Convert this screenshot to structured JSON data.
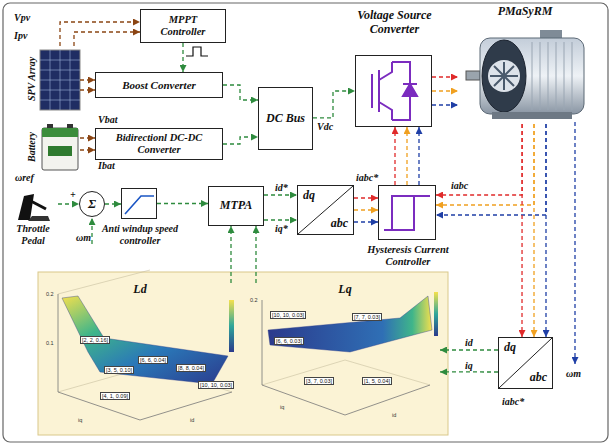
{
  "diagram": {
    "nodes": [
      {
        "text": [
          "MPPT Controller"
        ]
      },
      {
        "text": [
          "SPV Array"
        ]
      },
      {
        "text": [
          "Boost Converter"
        ]
      },
      {
        "text": [
          "Battery"
        ]
      },
      {
        "text": [
          "Bidirectionl DC-DC Converter"
        ]
      },
      {
        "text": [
          "DC Bus"
        ]
      },
      {
        "text": [
          "Voltage Source Converter"
        ]
      },
      {
        "text": [
          "PMaSyRM"
        ]
      },
      {
        "text": [
          "Throttle Pedal"
        ]
      },
      {
        "text": [
          "Σ"
        ]
      },
      {
        "text": [
          "Anti windup speed controller"
        ]
      },
      {
        "text": [
          "MTPA"
        ]
      },
      {
        "text": [
          "dq",
          "abc"
        ]
      },
      {
        "text": [
          "Hysteresis Current Controller"
        ]
      },
      {
        "text": [
          "Ld"
        ]
      },
      {
        "text": [
          "Lq"
        ]
      },
      {
        "text": [
          "dq",
          "abc"
        ]
      }
    ],
    "edges": [
      {
        "from": 1,
        "to": 0,
        "arrow": "to"
      },
      {
        "from": 0,
        "to": 2,
        "arrow": "to"
      },
      {
        "from": 1,
        "to": 2,
        "arrow": "to"
      },
      {
        "from": 3,
        "to": 4,
        "arrow": "to"
      },
      {
        "from": 2,
        "to": 5,
        "arrow": "to"
      },
      {
        "from": 4,
        "to": 5,
        "arrow": "to"
      },
      {
        "from": 5,
        "to": 6,
        "label": "Vdc",
        "arrow": "to"
      },
      {
        "from": 6,
        "to": 7,
        "arrow": "to"
      },
      {
        "from": 8,
        "to": 9,
        "label": "ωref",
        "arrow": "to"
      },
      {
        "from": 9,
        "to": 10,
        "arrow": "to"
      },
      {
        "from": 10,
        "to": 11,
        "arrow": "to"
      },
      {
        "from": 14,
        "to": 11,
        "arrow": "to"
      },
      {
        "from": 15,
        "to": 11,
        "arrow": "to"
      },
      {
        "from": 11,
        "to": 12,
        "label": "id*",
        "arrow": "to"
      },
      {
        "from": 11,
        "to": 12,
        "label": "iq*",
        "arrow": "to"
      },
      {
        "from": 12,
        "to": 13,
        "label": "iabc*",
        "arrow": "to"
      },
      {
        "from": 13,
        "to": 6,
        "arrow": "to"
      },
      {
        "from": 7,
        "to": 13,
        "label": "iabc",
        "arrow": "to"
      },
      {
        "from": 7,
        "to": 16,
        "arrow": "to"
      },
      {
        "from": 16,
        "to": 15,
        "label": "id",
        "arrow": "to"
      },
      {
        "from": 16,
        "to": 15,
        "label": "iq",
        "arrow": "to"
      }
    ],
    "labels": [
      "Vpv",
      "Ipv",
      "Vbat",
      "Ibat",
      "+",
      "ωm",
      "ωm",
      "iabc*",
      "[2, 2, 0.16]",
      "[3, 5, 0.10]",
      "[4, 1, 0.09]",
      "[6, 6, 0.04]",
      "[8, 8, 0.04]",
      "[10, 10, 0.03]",
      "[10, 10, 0.03]",
      "[7, 7, 0.03]",
      "[6, 6, 0.03]",
      "[3, 7, 0.03]",
      "[1, 5, 0.04]",
      "0.2",
      "0.1",
      "iq",
      "id",
      "0.2",
      "iq",
      "id"
    ]
  }
}
